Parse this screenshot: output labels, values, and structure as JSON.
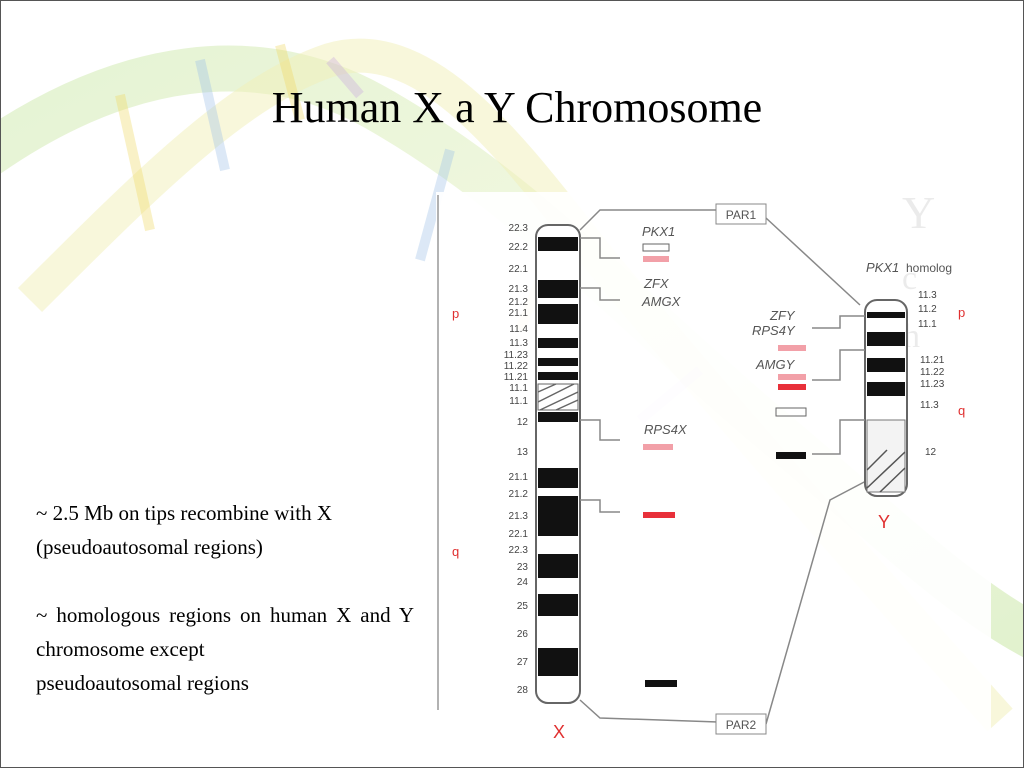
{
  "slide": {
    "title": "Human X a Y Chromosome",
    "y_heading": "Y",
    "y_fragment_1": "c",
    "y_fragment_2": "h",
    "paragraph_1": "~ 2.5 Mb on tips recombine with X (pseudoautosomal regions)",
    "paragraph_2_main": "~ homologous regions on human X and Y chromosome except",
    "paragraph_2_end": "pseudoautosomal regions"
  },
  "diagram": {
    "x_chromosome": {
      "label": "X",
      "arm_p": "p",
      "arm_q": "q",
      "bands": [
        "22.3",
        "22.2",
        "22.1",
        "21.3",
        "21.2",
        "21.1",
        "11.4",
        "11.3",
        "11.23",
        "11.22",
        "11.21",
        "11.1",
        "11.1",
        "12",
        "13",
        "21.1",
        "21.2",
        "21.3",
        "22.1",
        "22.3",
        "23",
        "24",
        "25",
        "26",
        "27",
        "28"
      ]
    },
    "y_chromosome": {
      "label": "Y",
      "arm_p": "p",
      "arm_q": "q",
      "bands": [
        "11.3",
        "11.2",
        "11.1",
        "11.21",
        "11.22",
        "11.23",
        "11.3",
        "12"
      ]
    },
    "regions": {
      "par1": "PAR1",
      "par2": "PAR2"
    },
    "genes": {
      "pkx1": "PKX1",
      "zfx": "ZFX",
      "amgx": "AMGX",
      "rps4x": "RPS4X",
      "zfy": "ZFY",
      "rps4y": "RPS4Y",
      "amgy": "AMGY",
      "pky1": "PKX1",
      "homolog": "homolog"
    },
    "colors": {
      "label_red": "#e03030",
      "band_red": "#e8303a",
      "band_pink": "#f2a0a8",
      "band_black": "#111111"
    }
  }
}
